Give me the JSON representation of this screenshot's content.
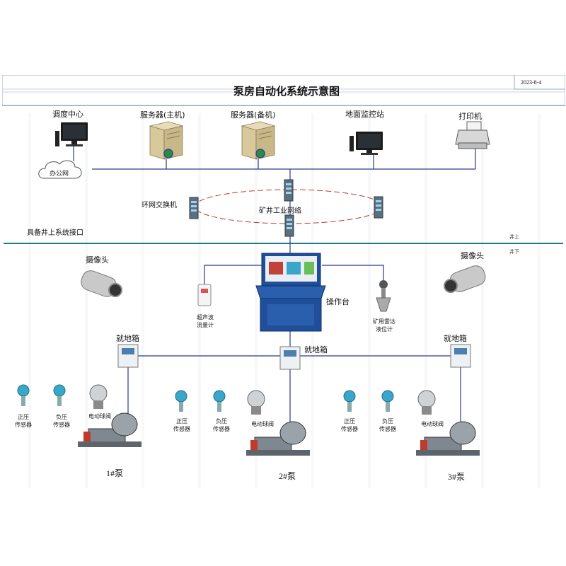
{
  "header": {
    "title": "泵房自动化系统示意图",
    "date": "2023-8-4"
  },
  "surface": {
    "dispatch_center": "调度中心",
    "office_network": "办公网",
    "server_main": "服务器(主机)",
    "server_backup": "服务器(备机)",
    "ground_monitor": "地面监控站",
    "printer": "打印机",
    "ring_switch": "环网交换机",
    "mine_network": "矿井工业网络",
    "interface": "具备井上系统接口",
    "above_ground": "井上",
    "below_ground": "井下"
  },
  "underground": {
    "camera_left": "摄像头",
    "camera_right": "摄像头",
    "console": "操作台",
    "flowmeter": "超声波\n流量计",
    "level_meter": "矿用雷达\n液位计",
    "local_box_left": "就地箱",
    "local_box_center": "就地箱",
    "local_box_right": "就地箱"
  },
  "pumps": [
    {
      "name": "1#泵",
      "pos_sensor": "正压\n传感器",
      "neg_sensor": "负压\n传感器",
      "valve": "电动球阀"
    },
    {
      "name": "2#泵",
      "pos_sensor": "正压\n传感器",
      "neg_sensor": "负压\n传感器",
      "valve": "电动球阀"
    },
    {
      "name": "3#泵",
      "pos_sensor": "正压\n传感器",
      "neg_sensor": "负压\n传感器",
      "valve": "电动球阀"
    }
  ],
  "colors": {
    "network_line": "#2b3a8c",
    "interface_line": "#1c7f86",
    "ring": "#c0392b",
    "console_blue": "#1f4f9a",
    "sensor_teal": "#3aa6c8"
  },
  "icons": [
    "computer-icon",
    "cloud-icon",
    "server-icon",
    "printer-icon",
    "switch-icon",
    "camera-icon",
    "console-icon",
    "flowmeter-icon",
    "level-meter-icon",
    "local-box-icon",
    "pressure-sensor-icon",
    "valve-icon",
    "pump-icon"
  ]
}
